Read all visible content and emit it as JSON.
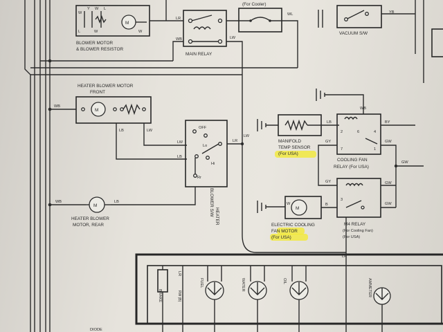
{
  "labels": {
    "blower_motor_resistor": [
      "BLOWER MOTOR",
      "& BLOWER RESISTOR"
    ],
    "main_relay": "MAIN RELAY",
    "for_cooler": "(For Cooler)",
    "vacuum_sw": "VACUUM S/W",
    "heater_blower_front": [
      "HEATER BLOWER MOTOR",
      "FRONT"
    ],
    "heater_blower_sw": [
      "HEATER",
      "BLOWER S/W"
    ],
    "heater_blower_rear": [
      "HEATER BLOWER",
      "MOTOR, REAR"
    ],
    "manifold_temp": [
      "MANIFOLD",
      "TEMP SENSOR",
      "(For USA)"
    ],
    "cooling_fan_relay": [
      "COOLING FAN",
      "RELAY (For USA)"
    ],
    "electric_fan": [
      "ELECTRIC COOLING",
      "FAN MOTOR",
      "(For USA)"
    ],
    "m4_relay": [
      "M4 RELAY",
      "(For Cooling Fan)",
      "(For USA)"
    ],
    "gauges": [
      "BRAKE",
      "FUEL",
      "WATER",
      "OIL"
    ],
    "ammeter": "AMMETER",
    "diode": "DIODE",
    "switch_positions": [
      "OFF",
      "Lo",
      "Hi",
      "Rr"
    ],
    "relay_pins": [
      "2",
      "6",
      "4",
      "7",
      "1",
      "3"
    ],
    "brake_sub": "RW (B)"
  },
  "wires": {
    "L": "L",
    "Y": "Y",
    "W": "W",
    "LR": "LR",
    "WL": "WL",
    "WB": "WB",
    "LW": "LW",
    "LB": "LB",
    "YB": "YB",
    "BY": "BY",
    "GY": "GY",
    "GW": "GW",
    "B": "B"
  }
}
